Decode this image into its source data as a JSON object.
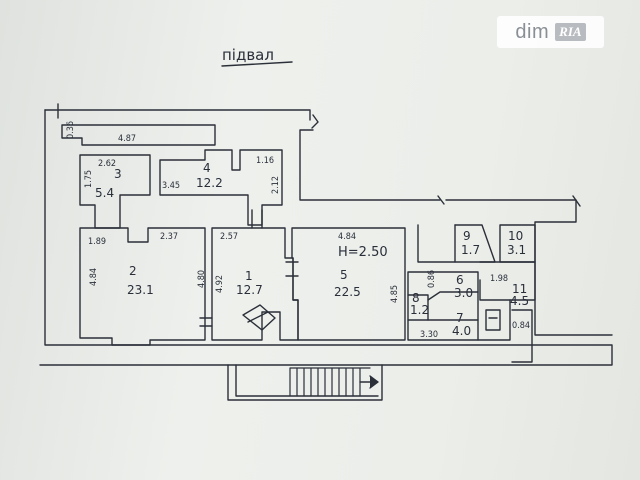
{
  "plan": {
    "title": "підвал",
    "height_note": "H=2.50"
  },
  "watermark": {
    "brand": "dim",
    "badge": "RIA"
  },
  "rooms": [
    {
      "id": "1",
      "number": "1",
      "area": "12.7"
    },
    {
      "id": "2",
      "number": "2",
      "area": "23.1"
    },
    {
      "id": "3",
      "number": "3",
      "area": "5.4"
    },
    {
      "id": "4",
      "number": "4",
      "area": "12.2"
    },
    {
      "id": "5",
      "number": "5",
      "area": "22.5"
    },
    {
      "id": "6",
      "number": "6",
      "area": "3.0"
    },
    {
      "id": "7",
      "number": "7",
      "area": "4.0"
    },
    {
      "id": "8",
      "number": "8",
      "area": "1.2"
    },
    {
      "id": "9",
      "number": "9",
      "area": "1.7"
    },
    {
      "id": "10",
      "number": "10",
      "area": "3.1"
    },
    {
      "id": "11",
      "number": "11",
      "area": "4.5"
    }
  ],
  "dimensions": {
    "top_corridor_h": "0.36",
    "top_corridor_w": "4.87",
    "r3_w": "2.62",
    "r3_h": "1.75",
    "r4_h": "3.45",
    "r4_small": "1.16",
    "r4_side": "2.12",
    "r2_left": "1.89",
    "r2_top": "2.37",
    "r2_h": "4.84",
    "r2_side": "4.80",
    "r1_top": "2.57",
    "r1_h": "4.92",
    "r5_top": "4.84",
    "r5_side": "4.85",
    "r6_w": "0.86",
    "r7_w": "3.30",
    "r11_w": "1.98",
    "r11_side": "0.84"
  }
}
